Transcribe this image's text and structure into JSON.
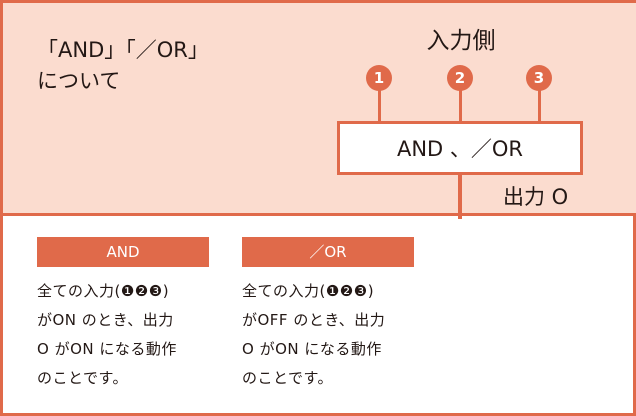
{
  "heading": "「AND」「／OR」\nについて",
  "input_title": "入力側",
  "inputs": [
    "1",
    "2",
    "3"
  ],
  "gate_label": "AND 、／OR",
  "output_label": "出力 O",
  "cards": [
    {
      "title": "AND",
      "text": "全ての入力(❶❷❸)\nがON のとき、出力\nO がON になる動作\nのことです。"
    },
    {
      "title": "／OR",
      "text": "全ての入力(❶❷❸)\nがOFF のとき、出力\nO がON になる動作\nのことです。"
    }
  ],
  "colors": {
    "accent": "#e06a4a",
    "panel": "#fbdccf"
  }
}
